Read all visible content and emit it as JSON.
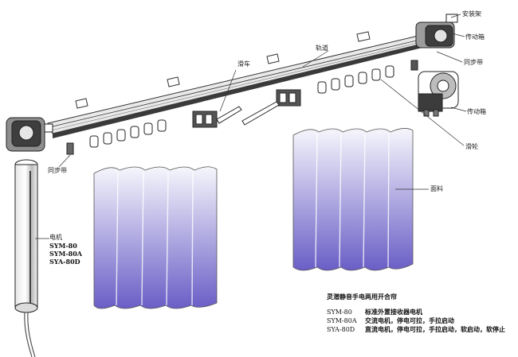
{
  "labels": {
    "bracket": "安装架",
    "gearbox_right": "传动箱",
    "sync_belt_right": "同步带",
    "gearbox_detail": "传动箱",
    "pulley": "滑轮",
    "track": "轨道",
    "carriage": "滑车",
    "sync_belt_left": "同步带",
    "fabric": "面料",
    "motor": "电机"
  },
  "motor_models": [
    "SYM-80",
    "SYM-80A",
    "SYA-80D"
  ],
  "caption": {
    "title": "灵潜静音手电两用开合帘",
    "rows": [
      {
        "model": "SYM-80",
        "desc": "标准外置接收器电机"
      },
      {
        "model": "SYM-80A",
        "desc": "交流电机，停电可拉，手拉启动"
      },
      {
        "model": "SYA-80D",
        "desc": "直流电机，停电可拉，手拉启动，软启动，软停止"
      }
    ]
  },
  "colors": {
    "fabric_top": "#f4f4fb",
    "fabric_bottom": "#6b5fc4",
    "rail_dark": "#3a3a3a",
    "rail_light": "#e8e8e8"
  }
}
